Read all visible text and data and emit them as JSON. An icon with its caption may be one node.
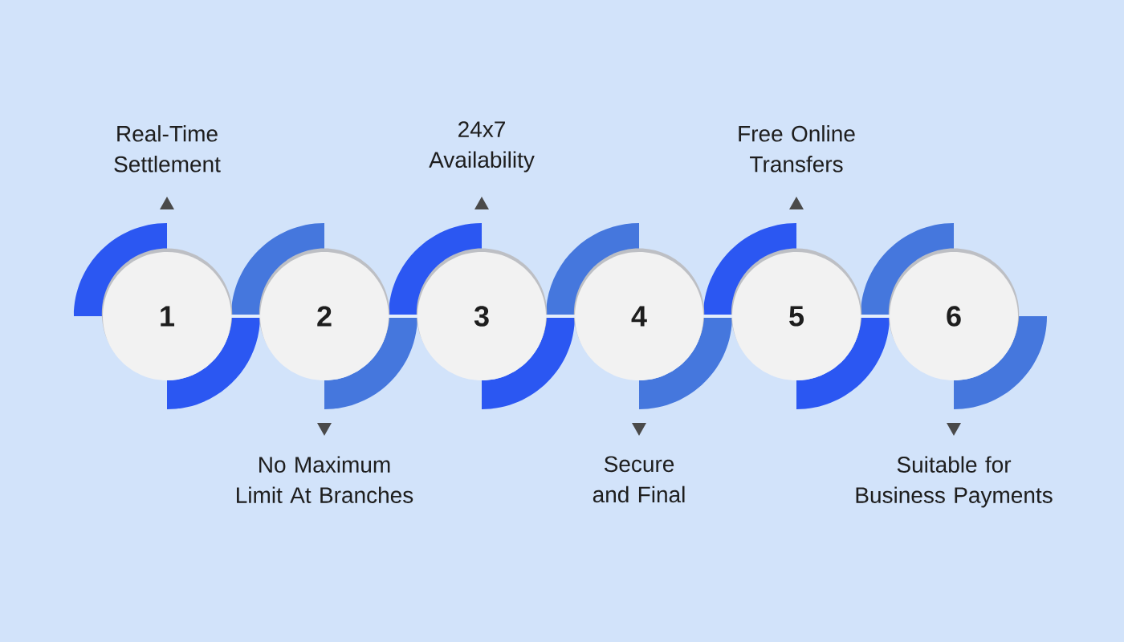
{
  "diagram": {
    "nodes": [
      {
        "text": [
          "1"
        ],
        "beside": [
          "Real-Time Settlement"
        ]
      },
      {
        "text": [
          "2"
        ],
        "beside": [
          "No Maximum Limit At Branches"
        ]
      },
      {
        "text": [
          "3"
        ],
        "beside": [
          "24x7 Availability"
        ]
      },
      {
        "text": [
          "4"
        ],
        "beside": [
          "Secure and Final"
        ]
      },
      {
        "text": [
          "5"
        ],
        "beside": [
          "Free Online Transfers"
        ]
      },
      {
        "text": [
          "6"
        ],
        "beside": [
          "Suitable for Business Payments"
        ]
      }
    ],
    "edges": [
      {
        "from": 0,
        "to": 1,
        "arrow": "none"
      },
      {
        "from": 1,
        "to": 2,
        "arrow": "none"
      },
      {
        "from": 2,
        "to": 3,
        "arrow": "none"
      },
      {
        "from": 3,
        "to": 4,
        "arrow": "none"
      },
      {
        "from": 4,
        "to": 5,
        "arrow": "none"
      }
    ]
  }
}
